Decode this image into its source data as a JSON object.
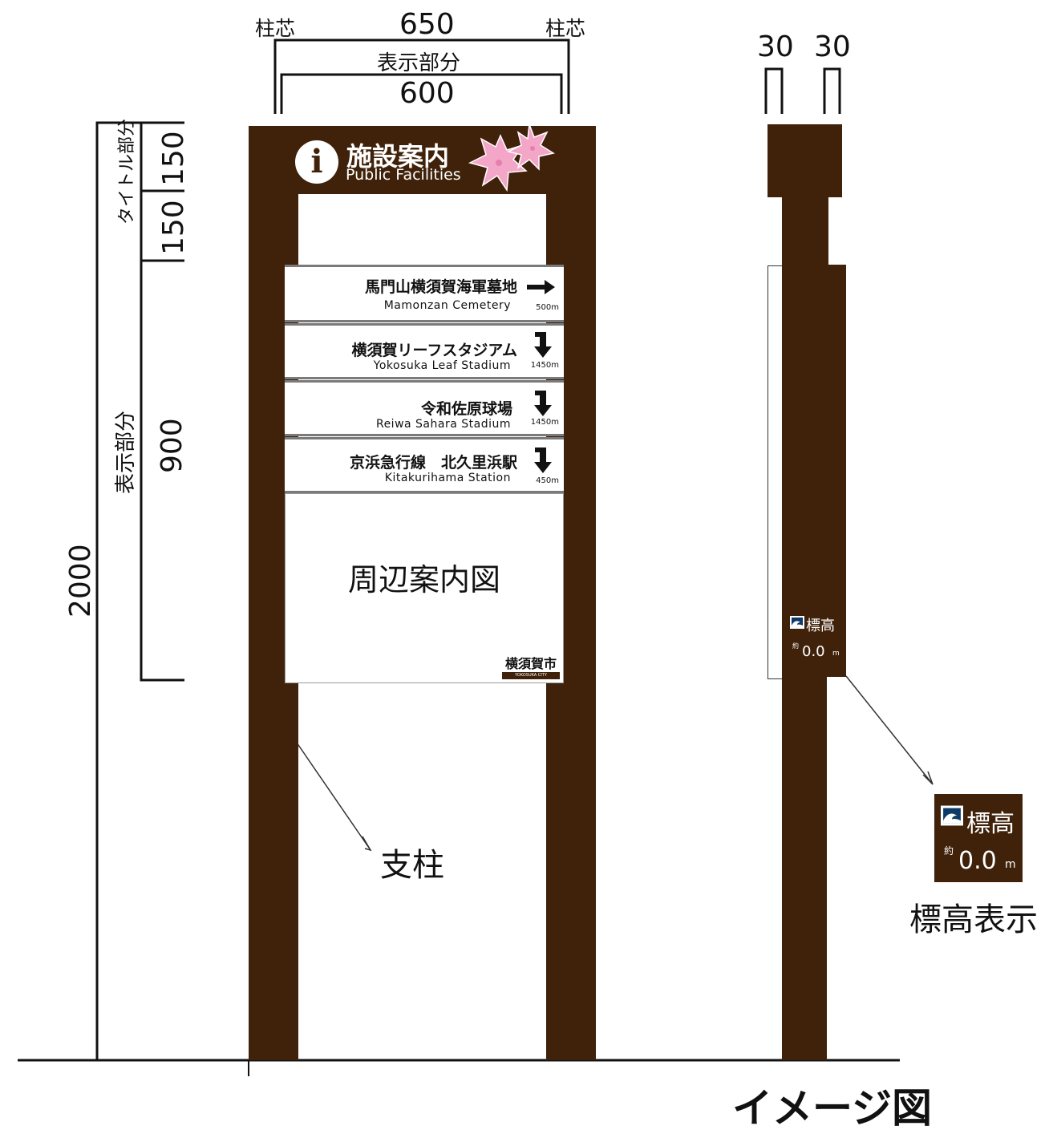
{
  "dimensions": {
    "column_center_left": "柱芯",
    "column_center_right": "柱芯",
    "width_total": "650",
    "display_part_top": "表示部分",
    "width_display": "600",
    "side_left": "30",
    "side_right": "30",
    "title_part": "タイトル部分",
    "h150a": "150",
    "h150b": "150",
    "display_part_side": "表示部分",
    "h900": "900",
    "h2000": "2000"
  },
  "sign": {
    "title_jp": "施設案内",
    "title_en": "Public Facilities",
    "info_glyph": "i",
    "map_label": "周辺案内図",
    "city_logo": "横須賀市",
    "city_logo_en": "YOKOSUKA CITY"
  },
  "destinations": [
    {
      "jp": "馬門山横須賀海軍墓地",
      "en": "Mamonzan   Cemetery",
      "distance": "500m",
      "arrow": "right"
    },
    {
      "jp": "横須賀リーフスタジアム",
      "en": "Yokosuka Leaf Stadium",
      "distance": "1450m",
      "arrow": "down"
    },
    {
      "jp": "令和佐原球場",
      "en": "Reiwa Sahara   Stadium",
      "distance": "1450m",
      "arrow": "down"
    },
    {
      "jp": "京浜急行線　北久里浜駅",
      "en": "Kitakurihama   Station",
      "distance": "450m",
      "arrow": "down"
    }
  ],
  "labels": {
    "post": "支柱",
    "elevation_display": "標高表示",
    "image_figure": "イメージ図"
  },
  "elevation": {
    "title": "標高",
    "approx": "約",
    "value": "0.0",
    "unit": "m"
  },
  "colors": {
    "pillar": "#40220a",
    "cherry": "#f4a6c8",
    "elev_icon": "#0d3a66"
  }
}
